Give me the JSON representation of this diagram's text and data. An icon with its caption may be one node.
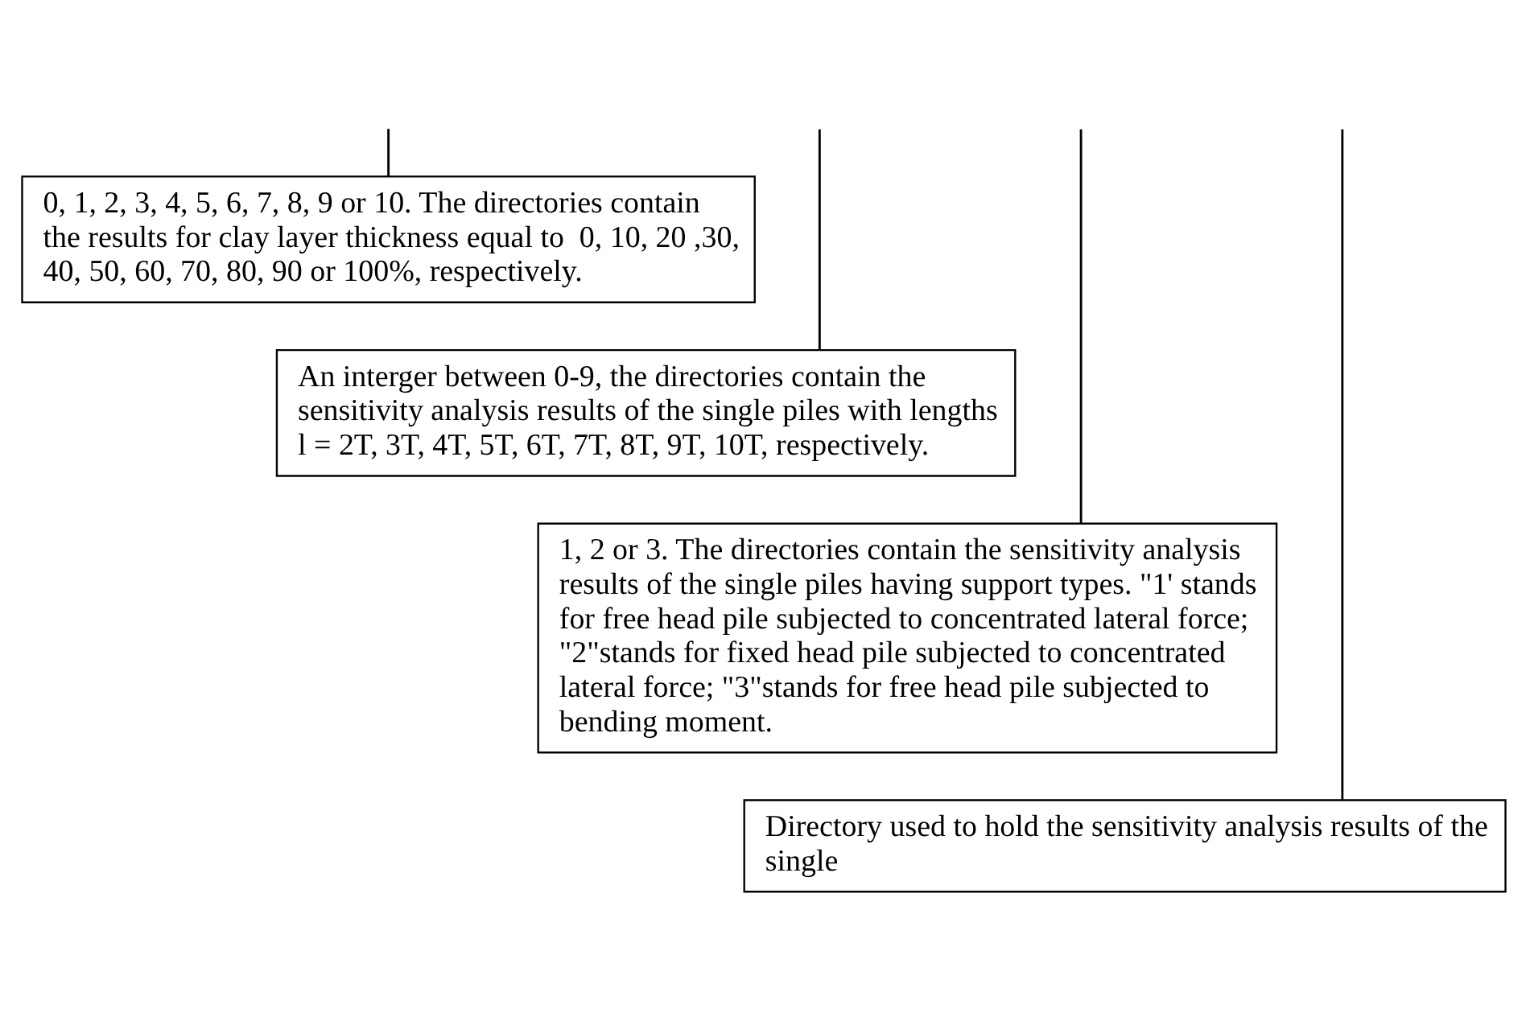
{
  "diagram": {
    "nodes": [
      {
        "text": [
          "0, 1, 2, 3, 4, 5, 6, 7, 8, 9 or 10. The directories contain the results for clay layer thickness equal to  0, 10, 20 ,30, 40, 50, 60, 70, 80, 90 or 100%, respectively."
        ]
      },
      {
        "text": [
          "An interger between 0-9, the directories contain the sensitivity analysis results of the single piles with lengths  l = 2T, 3T, 4T, 5T, 6T, 7T, 8T, 9T, 10T, respectively."
        ]
      },
      {
        "text": [
          "1, 2 or 3. The directories contain the sensitivity analysis results of the single piles having support types. \"1' stands for free head pile subjected to concentrated lateral force; \"2\"stands for fixed head pile subjected to concentrated lateral force; \"3\"stands for free head pile subjected to bending moment."
        ]
      },
      {
        "text": [
          "Directory used to hold the sensitivity analysis results of the single"
        ]
      }
    ],
    "edges": [
      {
        "from": 0,
        "to": null,
        "arrow": "none"
      },
      {
        "from": 1,
        "to": null,
        "arrow": "none"
      },
      {
        "from": 2,
        "to": null,
        "arrow": "none"
      },
      {
        "from": 3,
        "to": null,
        "arrow": "none"
      }
    ]
  }
}
